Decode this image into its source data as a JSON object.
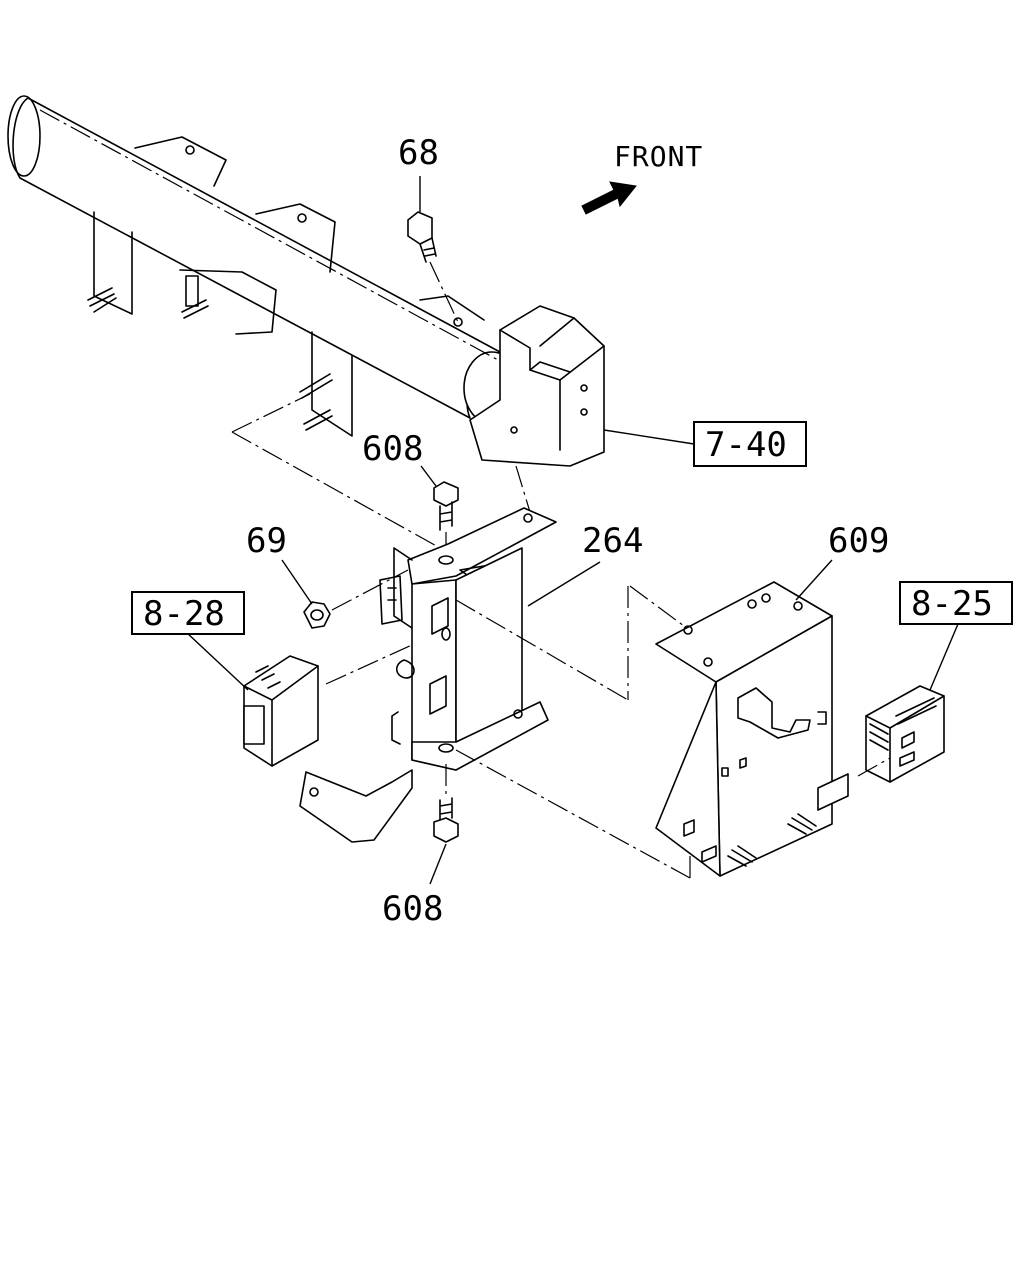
{
  "orientation": {
    "front_label": "FRONT",
    "arrow_icon": "front-direction-arrow-icon"
  },
  "part_labels": {
    "bolt_top": "68",
    "bolt_upper": "608",
    "bolt_lower": "608",
    "nut": "69",
    "bracket": "264",
    "control_unit_bracket": "609"
  },
  "reference_boxes": {
    "ref_crossmember": "7-40",
    "ref_module_left": "8-28",
    "ref_module_right": "8-25"
  }
}
